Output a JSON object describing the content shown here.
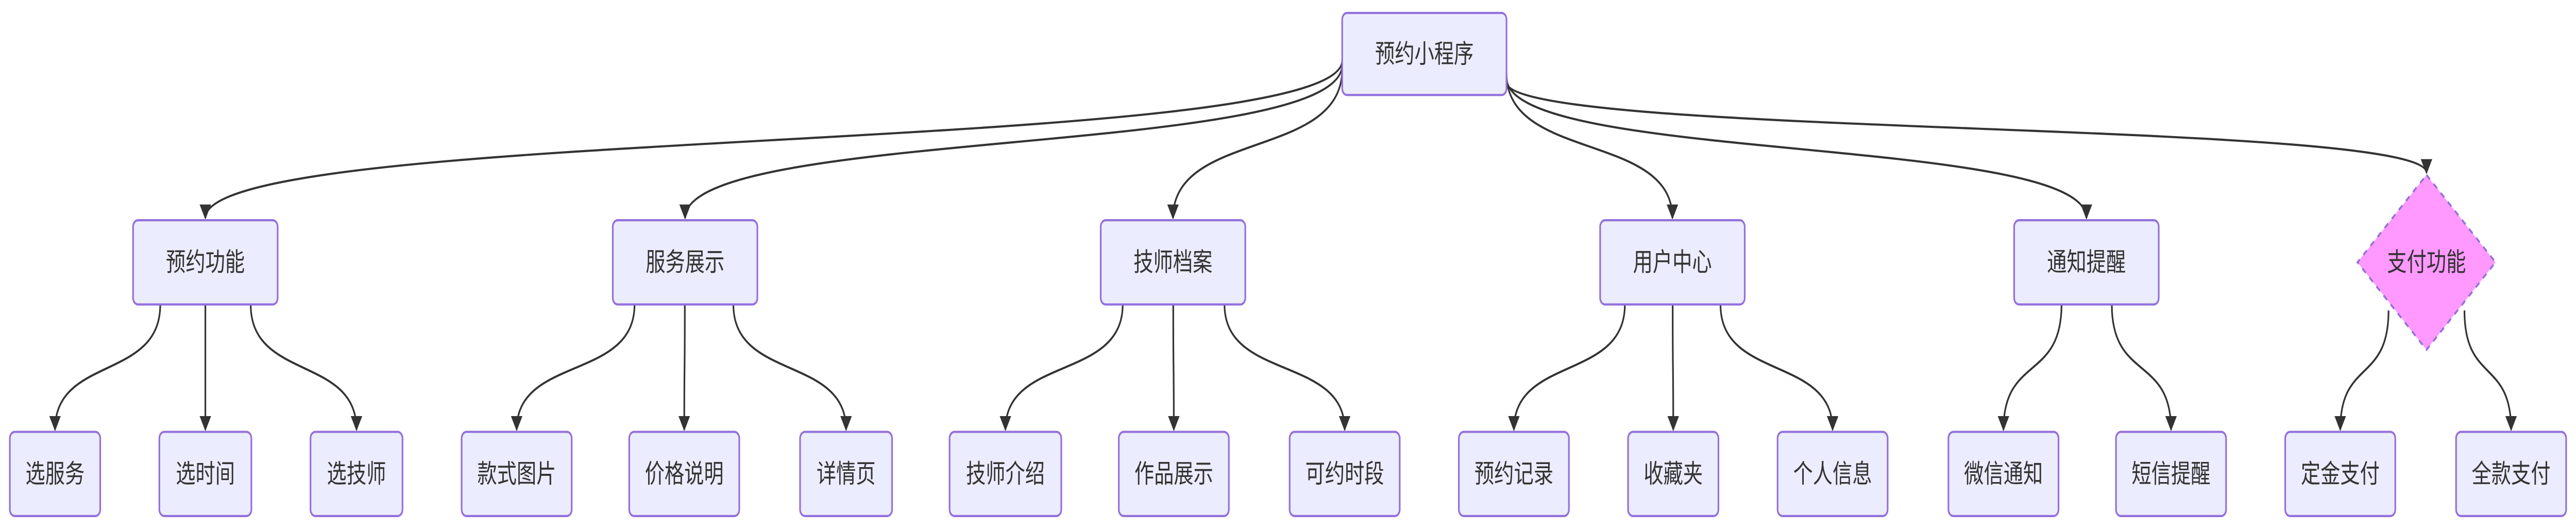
{
  "diagram": {
    "type": "flowchart-top-down",
    "colors": {
      "node_fill": "#ECECFF",
      "node_border": "#9370DB",
      "decision_fill": "#FF99FF",
      "edge": "#333333",
      "text": "#333333"
    },
    "root": {
      "label": "预约小程序"
    },
    "branches": [
      {
        "label": "预约功能",
        "shape": "rect",
        "children": [
          "选服务",
          "选时间",
          "选技师"
        ]
      },
      {
        "label": "服务展示",
        "shape": "rect",
        "children": [
          "款式图片",
          "价格说明",
          "详情页"
        ]
      },
      {
        "label": "技师档案",
        "shape": "rect",
        "children": [
          "技师介绍",
          "作品展示",
          "可约时段"
        ]
      },
      {
        "label": "用户中心",
        "shape": "rect",
        "children": [
          "预约记录",
          "收藏夹",
          "个人信息"
        ]
      },
      {
        "label": "通知提醒",
        "shape": "rect",
        "children": [
          "微信通知",
          "短信提醒"
        ]
      },
      {
        "label": "支付功能",
        "shape": "diamond-dashed",
        "children": [
          "定金支付",
          "全款支付"
        ]
      }
    ]
  }
}
